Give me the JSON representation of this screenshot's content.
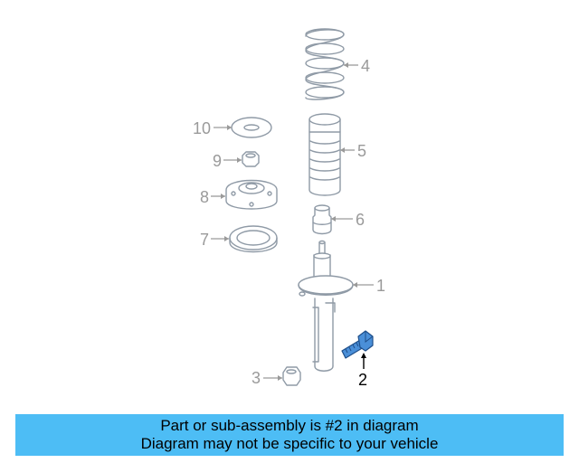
{
  "callouts": {
    "c1": "1",
    "c2": "2",
    "c3": "3",
    "c4": "4",
    "c5": "5",
    "c6": "6",
    "c7": "7",
    "c8": "8",
    "c9": "9",
    "c10": "10"
  },
  "highlight_color": "#4a8fd8",
  "banner": {
    "line1": "Part or sub-assembly is #2 in diagram",
    "line2": "Diagram may not be specific to your vehicle",
    "background": "#4dbdf5"
  }
}
